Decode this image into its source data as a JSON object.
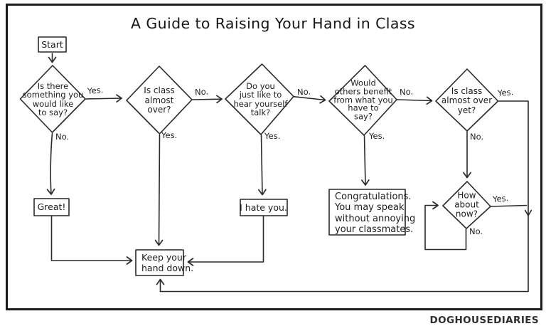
{
  "title": "A Guide to Raising Your Hand in Class",
  "credit": "DOGHOUSEDIARIES",
  "colors": {
    "ink": "#2a2a2a",
    "background": "#ffffff"
  },
  "nodes": {
    "start": {
      "label": "Start"
    },
    "q_something": {
      "label": "Is there\nsomething you\nwould like\nto say?"
    },
    "q_almost_over": {
      "label": "Is class\nalmost\nover?"
    },
    "q_hear_yourself": {
      "label": "Do you\njust like to\nhear yourself\ntalk?"
    },
    "q_others_benefit": {
      "label": "Would\nothers benefit\nfrom what you\nhave to\nsay?"
    },
    "q_almost_over_yet": {
      "label": "Is class\nalmost over\nyet?"
    },
    "q_how_about_now": {
      "label": "How\nabout\nnow?"
    },
    "great": {
      "label": "Great!"
    },
    "i_hate_you": {
      "label": "I hate you."
    },
    "congrats": {
      "label": "Congratulations.\nYou may speak\nwithout annoying\nyour classmates."
    },
    "keep_hand_down": {
      "label": "Keep your\nhand down."
    }
  },
  "edges": {
    "q_something": {
      "yes": "Yes.",
      "no": "No."
    },
    "q_almost_over": {
      "no": "No.",
      "yes": "Yes."
    },
    "q_hear_yourself": {
      "no": "No.",
      "yes": "Yes."
    },
    "q_others_benefit": {
      "no": "No.",
      "yes": "Yes."
    },
    "q_almost_over_yet": {
      "yes": "Yes.",
      "no": "No."
    },
    "q_how_about_now": {
      "yes": "Yes.",
      "no": "No."
    }
  }
}
